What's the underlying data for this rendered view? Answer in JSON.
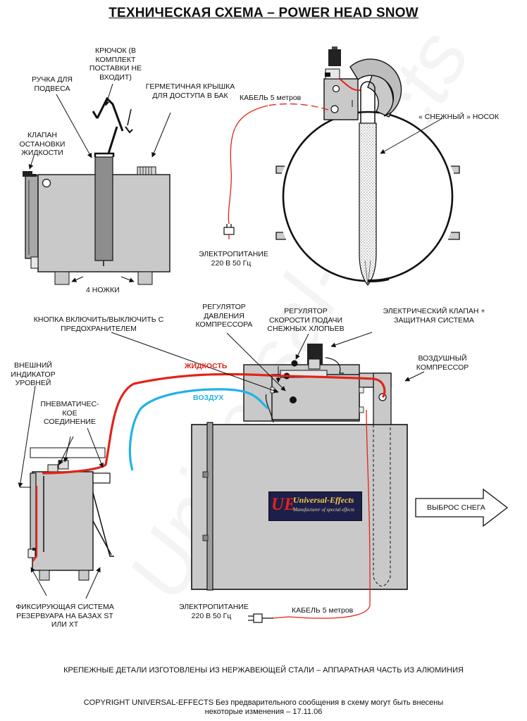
{
  "title": "ТЕХНИЧЕСКАЯ СХЕМА – POWER HEAD SNOW",
  "top_left": {
    "hook": [
      "КРЮЧОК (В",
      "КОМПЛЕКТ",
      "ПОСТАВКИ НЕ",
      "ВХОДИТ)"
    ],
    "handle": [
      "РУЧКА ДЛЯ",
      "ПОДВЕСА"
    ],
    "lid": [
      "ГЕРМЕТИЧНАЯ КРЫШКА",
      "ДЛЯ ДОСТУПА В БАК"
    ],
    "valve": [
      "КЛАПАН",
      "ОСТАНОВКИ",
      "ЖИДКОСТИ"
    ],
    "legs": "4 НОЖКИ"
  },
  "top_right": {
    "cable": "КАБЕЛЬ 5 метров",
    "sock": "« СНЕЖНЫЙ » НОСОК",
    "power": [
      "ЭЛЕКТРОПИТАНИЕ",
      "220 В  50 Гц"
    ]
  },
  "bottom": {
    "button": [
      "КНОПКА ВКЛЮЧИТЬ/ВЫКЛЮЧИТЬ С",
      "ПРЕДОХРАНИТЕЛЕМ"
    ],
    "pressure": [
      "РЕГУЛЯТОР",
      "ДАВЛЕНИЯ",
      "КОМПРЕССОРА"
    ],
    "speed": [
      "РЕГУЛЯТОР",
      "СКОРОСТИ ПОДАЧИ",
      "СНЕЖНЫХ ХЛОПЬЕВ"
    ],
    "solenoid": [
      "ЭЛЕКТРИЧЕСКИЙ КЛАПАН +",
      "ЗАЩИТНАЯ СИСТЕМА"
    ],
    "compressor": [
      "ВОЗДУШНЫЙ",
      "КОМПРЕССОР"
    ],
    "indicator": [
      "ВНЕШНИЙ",
      "ИНДИКАТОР",
      "УРОВНЕЙ"
    ],
    "pneumatic": [
      "ПНЕВМАТИЧЕС-",
      "КОЕ",
      "СОЕДИНЕНИЕ"
    ],
    "liquid": "ЖИДКОСТЬ",
    "air": "ВОЗДУХ",
    "output": "ВЫБРОС СНЕГА",
    "mount": [
      "ФИКСИРУЮЩАЯ СИСТЕМА",
      "РЕЗЕРВУАРА НА БАЗАХ ST",
      "ИЛИ XT"
    ],
    "power": [
      "ЭЛЕКТРОПИТАНИЕ",
      "220 В  50 Гц"
    ],
    "cable": "КАБЕЛЬ 5 метров"
  },
  "logo": {
    "mark": "UE",
    "name": "Universal-Effects",
    "tagline": "Manufacturer of special effects"
  },
  "watermark": "Universal-Effects",
  "footer": {
    "materials": "КРЕПЕЖНЫЕ ДЕТАЛИ ИЗГОТОВЛЕНЫ ИЗ НЕРЖАВЕЮЩЕЙ СТАЛИ – АППАРАТНАЯ ЧАСТЬ ИЗ АЛЮМИНИЯ",
    "copyright": [
      "COPYRIGHT UNIVERSAL-EFFECTS  Без предварительного сообщения в схему могут быть внесены",
      "некоторые изменения – 17.11.06"
    ]
  },
  "colors": {
    "liquid_line": "#e2231a",
    "air_line": "#22b2e6",
    "body_gray": "#c9c9c9",
    "dark_gray": "#8d8d8d"
  }
}
